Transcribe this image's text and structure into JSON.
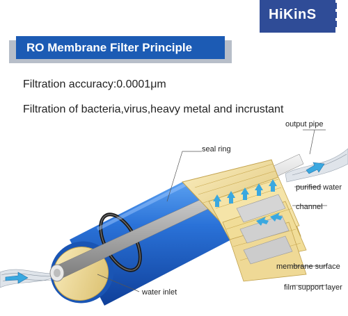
{
  "brand": {
    "name": "HiKinS",
    "color": "#2f4c97"
  },
  "banner": {
    "title": "RO Membrane Filter Principle",
    "color": "#1c5bb4"
  },
  "lines": {
    "accuracy": "Filtration accuracy:0.0001μm",
    "filtration": "Filtration of bacteria,virus,heavy metal and incrustant"
  },
  "labels": {
    "output_pipe": "output pipe",
    "seal_ring": "seal ring",
    "purified_water": "purified water",
    "channel": "channel",
    "membrane_surface": "membrane surface",
    "water_inlet": "water inlet",
    "film_support_layer": "film support layer"
  },
  "colors": {
    "housing": "#1e63c8",
    "filter_core": "#efd996",
    "arrow": "#3aa8e0"
  }
}
